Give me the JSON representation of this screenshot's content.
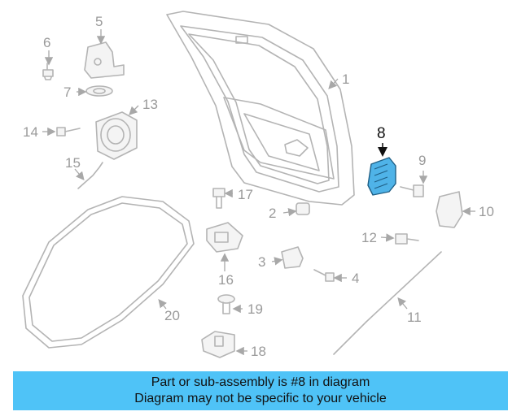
{
  "colors": {
    "highlight_part": "#4fb3e8",
    "banner_background": "#4fc3f7",
    "line_art": "#b4b4b4",
    "callout_text": "#9a9a9a"
  },
  "diagram": {
    "highlighted_callout": "8",
    "callouts": {
      "c1": "1",
      "c2": "2",
      "c3": "3",
      "c4": "4",
      "c5": "5",
      "c6": "6",
      "c7": "7",
      "c8": "8",
      "c9": "9",
      "c10": "10",
      "c11": "11",
      "c12": "12",
      "c13": "13",
      "c14": "14",
      "c15": "15",
      "c16": "16",
      "c17": "17",
      "c18": "18",
      "c19": "19",
      "c20": "20"
    }
  },
  "banner": {
    "line1": "Part or sub-assembly is #8 in diagram",
    "line2": "Diagram may not be specific to your vehicle"
  }
}
